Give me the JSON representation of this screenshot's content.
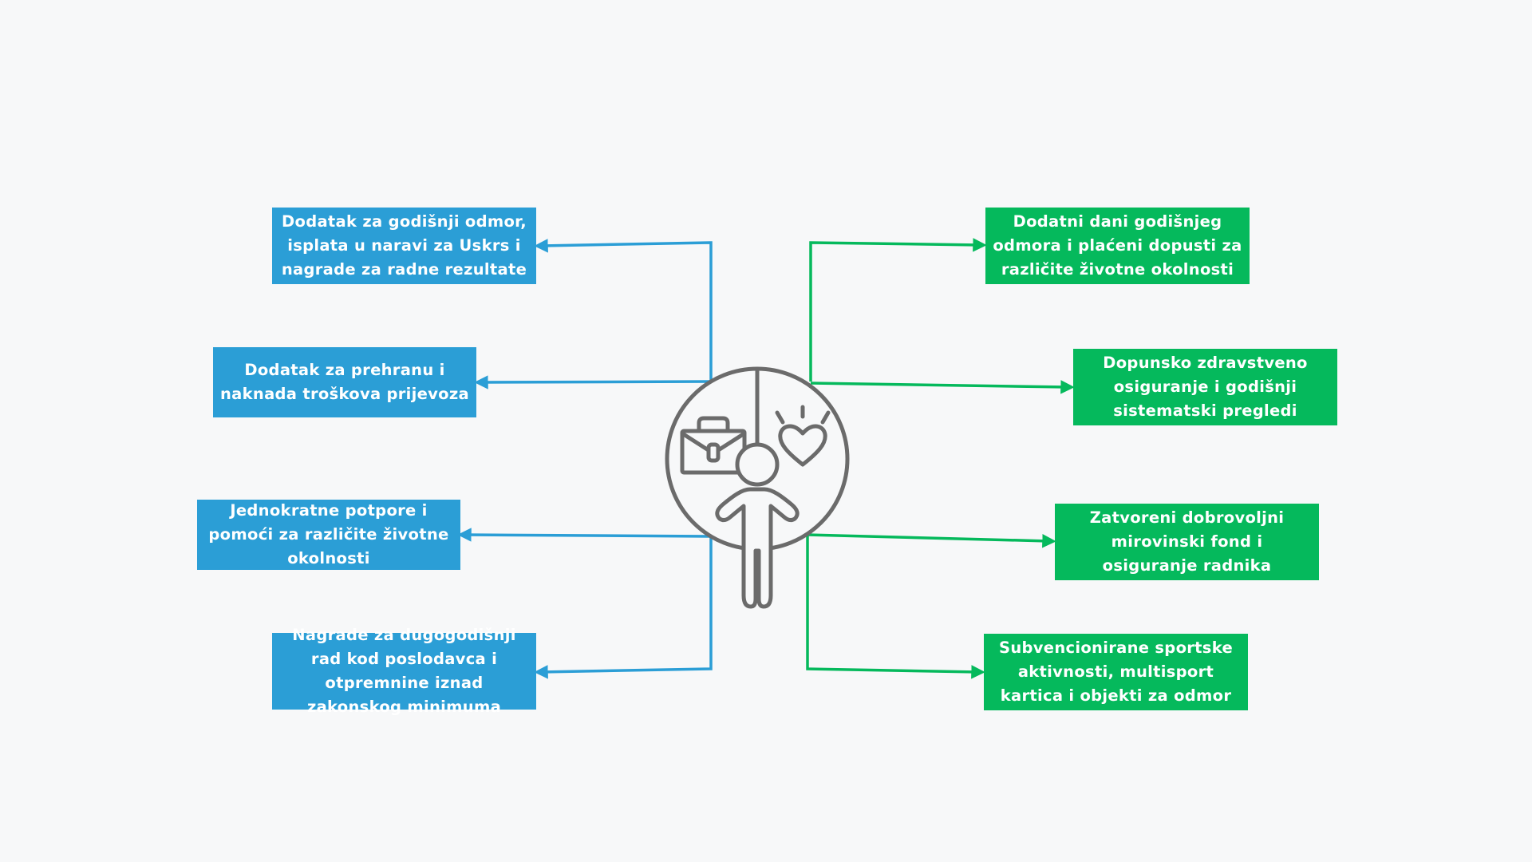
{
  "colors": {
    "background": "#f7f8f9",
    "left_branch": "#2b9ed6",
    "right_branch": "#05b95c",
    "icon": "#6b6b6b"
  },
  "center": {
    "icons": [
      "briefcase-icon",
      "heart-icon",
      "person-icon"
    ]
  },
  "left_items": [
    {
      "text": "Dodatak za godišnji odmor, isplata u naravi za Uskrs i nagrade za radne rezultate"
    },
    {
      "text": "Dodatak za prehranu i naknada troškova prijevoza"
    },
    {
      "text": "Jednokratne potpore i pomoći za različite životne okolnosti"
    },
    {
      "text": "Nagrade za dugogodišnji rad kod poslodavca i otpremnine iznad zakonskog minimuma"
    }
  ],
  "right_items": [
    {
      "text": "Dodatni dani godišnjeg odmora i plaćeni dopusti za različite životne okolnosti"
    },
    {
      "text": "Dopunsko zdravstveno osiguranje i godišnji sistematski pregledi"
    },
    {
      "text": "Zatvoreni dobrovoljni mirovinski fond i osiguranje radnika"
    },
    {
      "text": "Subvencionirane sportske aktivnosti, multisport kartica i objekti za odmor"
    }
  ]
}
